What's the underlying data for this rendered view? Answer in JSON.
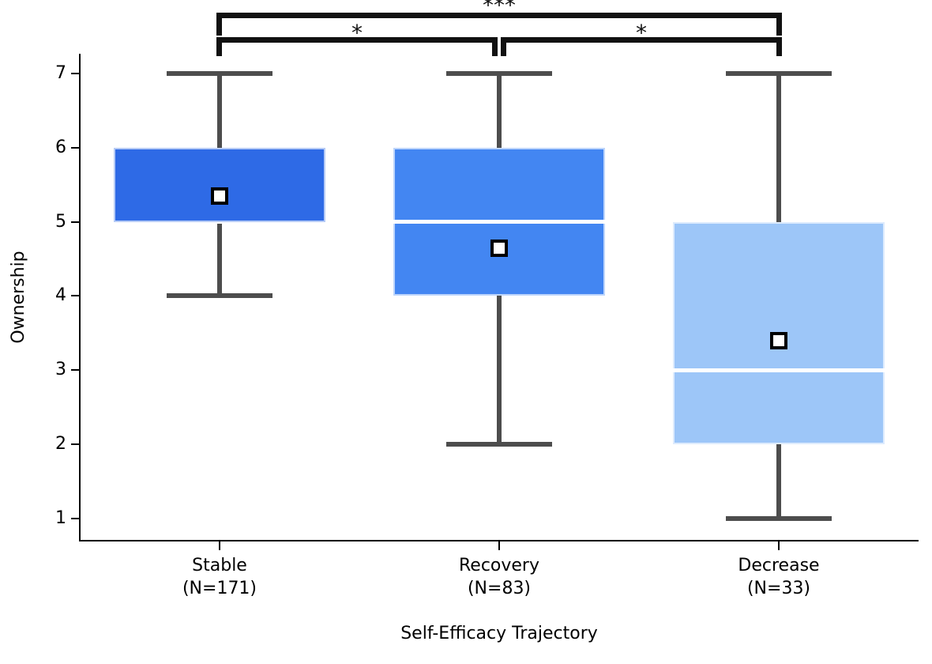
{
  "chart_data": {
    "type": "box",
    "title": "",
    "xlabel": "Self-Efficacy Trajectory",
    "ylabel": "Ownership",
    "ylim": [
      0.7,
      7.3
    ],
    "yticks": [
      1,
      2,
      3,
      4,
      5,
      6,
      7
    ],
    "grid": false,
    "legend": "none",
    "categories": [
      {
        "label": "Stable",
        "count_label": "(N=171)",
        "n": 171,
        "stats": {
          "whisker_low": 4,
          "q1": 5,
          "median": 5,
          "q3": 6,
          "whisker_high": 7,
          "mean": 5.35
        },
        "fill_color": "#2e6ae6",
        "median_on_box_edge": true
      },
      {
        "label": "Recovery",
        "count_label": "(N=83)",
        "n": 83,
        "stats": {
          "whisker_low": 2,
          "q1": 4,
          "median": 5,
          "q3": 6,
          "whisker_high": 7,
          "mean": 4.65
        },
        "fill_color": "#4386f2",
        "median_on_box_edge": false
      },
      {
        "label": "Decrease",
        "count_label": "(N=33)",
        "n": 33,
        "stats": {
          "whisker_low": 1,
          "q1": 2,
          "median": 3,
          "q3": 5,
          "whisker_high": 7,
          "mean": 3.4
        },
        "fill_color": "#9dc6f8",
        "median_on_box_edge": false
      }
    ],
    "significance": [
      {
        "group1": "Stable",
        "group2": "Decrease",
        "label": "***",
        "row": "top"
      },
      {
        "group1": "Stable",
        "group2": "Recovery",
        "label": "*",
        "row": "bottom"
      },
      {
        "group1": "Recovery",
        "group2": "Decrease",
        "label": "*",
        "row": "bottom"
      }
    ],
    "styles": {
      "whisker_color": "#4d4d4d",
      "median_color": "#ffffff",
      "mean_marker_fill": "#ffffff",
      "mean_marker_edge": "#000000",
      "box_edge_color": "rgba(255,255,255,0.65)",
      "bracket_color": "#111111",
      "axis_color": "#000000",
      "text_color": "#000000"
    }
  }
}
